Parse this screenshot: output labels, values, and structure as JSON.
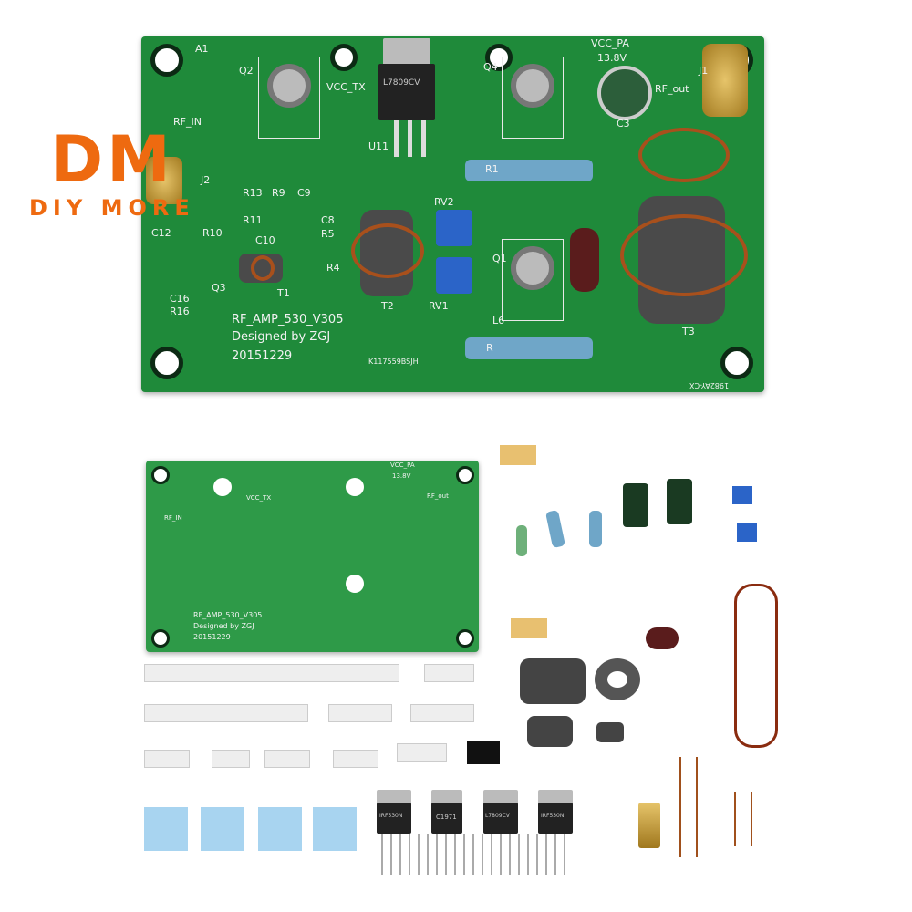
{
  "logo": {
    "mark": "DM",
    "text": "DIY MORE",
    "color": "#ee6a10"
  },
  "board_main": {
    "labels": {
      "a1": "A1",
      "q2": "Q2",
      "vcc_tx": "VCC_TX",
      "u11": "U11",
      "q4": "Q4",
      "vcc_pa": "VCC_PA",
      "voltage": "13.8V",
      "j1": "J1",
      "rf_out": "RF_out",
      "c3": "C3",
      "rf_in": "RF_IN",
      "j2": "J2",
      "r13": "R13",
      "r9": "R9",
      "c9": "C9",
      "r11": "R11",
      "c8": "C8",
      "r5": "R5",
      "c12": "C12",
      "r10": "R10",
      "c10": "C10",
      "r4": "R4",
      "q3": "Q3",
      "t1": "T1",
      "t2": "T2",
      "c16": "C16",
      "r16": "R16",
      "r19": "R1",
      "rv2": "RV2",
      "q1": "Q1",
      "rv1": "RV1",
      "l6": "L6",
      "t3": "T3",
      "r3": "R",
      "name": "RF_AMP_530_V305",
      "designer": "Designed by ZGJ",
      "date": "20151229",
      "serial": "K117559BSJH",
      "corner_code": "1982AY-CX",
      "reg_marking": "L7809CV"
    }
  },
  "board_kit": {
    "labels": {
      "name": "RF_AMP_530_V305",
      "designer": "Designed by ZGJ",
      "date": "20151229",
      "vcc_pa": "VCC_PA",
      "voltage": "13.8V",
      "vcc_tx": "VCC_TX",
      "rf_in": "RF_IN",
      "rf_out": "RF_out"
    }
  },
  "parts": {
    "transistors": [
      "IRF530N",
      "C1971",
      "L7809CV",
      "IRF530N"
    ]
  },
  "colors": {
    "pcb": "#1f8a3a",
    "copper": "#a8501c",
    "logo": "#ee6a10"
  }
}
